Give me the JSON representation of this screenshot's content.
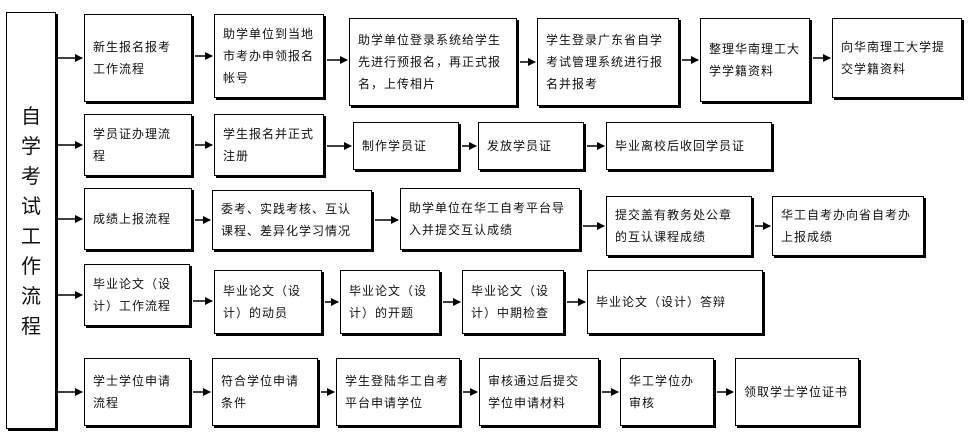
{
  "title": "自学考试工作流程",
  "rows": [
    {
      "nodes": [
        "新生报名报考工作流程",
        "助学单位到当地市考办申领报名帐号",
        "助学单位登录系统给学生先进行预报名，再正式报名，上传相片",
        "学生登录广东省自学考试管理系统进行报名并报考",
        "整理华南理工大学学籍资料",
        "向华南理工大学提交学籍资料"
      ]
    },
    {
      "nodes": [
        "学员证办理流程",
        "学生报名并正式注册",
        "制作学员证",
        "发放学员证",
        "毕业离校后收回学员证"
      ]
    },
    {
      "nodes": [
        "成绩上报流程",
        "委考、实践考核、互认课程、差异化学习情况",
        "助学单位在华工自考平台导入并提交互认成绩",
        "提交盖有教务处公章的互认课程成绩",
        "华工自考办向省自考办上报成绩"
      ]
    },
    {
      "nodes": [
        "毕业论文（设计）工作流程",
        "毕业论文（设计）的动员",
        "毕业论文（设计）的开题",
        "毕业论文（设计）中期检查",
        "毕业论文（设计）答辩"
      ]
    },
    {
      "nodes": [
        "学士学位申请流程",
        "符合学位申请条件",
        "学生登陆华工自考平台申请学位",
        "审核通过后提交学位申请材料",
        "华工学位办审核",
        "领取学士学位证书"
      ]
    }
  ]
}
